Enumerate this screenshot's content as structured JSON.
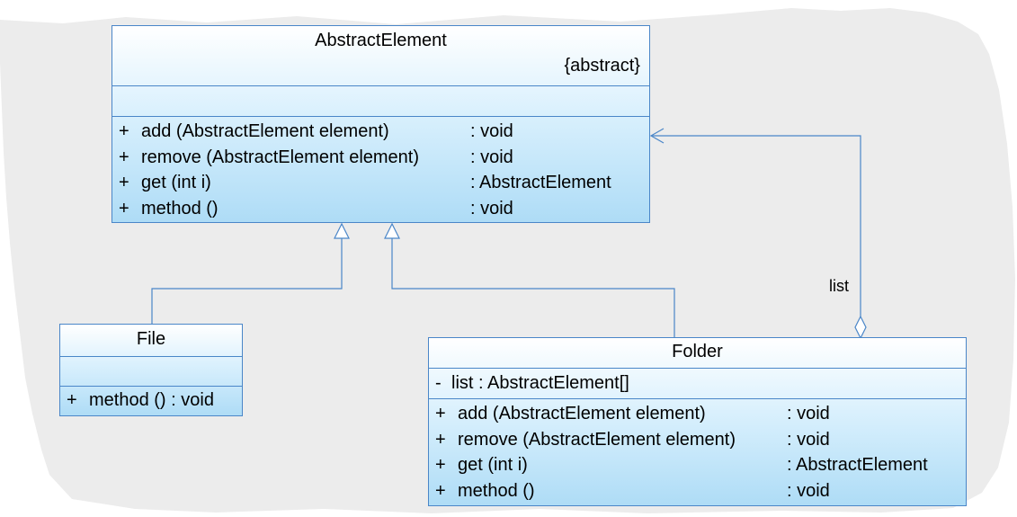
{
  "colors": {
    "background_paper": "#ececec",
    "line": "#4a86c8",
    "class_fill_top": "#ffffff",
    "class_fill_bottom": "#aedcf6"
  },
  "classes": {
    "abstract_element": {
      "name": "AbstractElement",
      "stereotype": "{abstract}",
      "attributes": [],
      "operations": [
        {
          "visibility": "+",
          "signature": "add (AbstractElement element)",
          "return": ": void"
        },
        {
          "visibility": "+",
          "signature": "remove (AbstractElement element)",
          "return": ": void"
        },
        {
          "visibility": "+",
          "signature": "get (int i)",
          "return": ": AbstractElement"
        },
        {
          "visibility": "+",
          "signature": "method ()",
          "return": ": void"
        }
      ]
    },
    "file": {
      "name": "File",
      "attributes": [],
      "operations": [
        {
          "visibility": "+",
          "signature": "method ()  : void"
        }
      ]
    },
    "folder": {
      "name": "Folder",
      "attributes": [
        {
          "visibility": "-",
          "signature": "list  : AbstractElement[]"
        }
      ],
      "operations": [
        {
          "visibility": "+",
          "signature": "add (AbstractElement element)",
          "return": ": void"
        },
        {
          "visibility": "+",
          "signature": "remove (AbstractElement element)",
          "return": ": void"
        },
        {
          "visibility": "+",
          "signature": "get (int i)",
          "return": ": AbstractElement"
        },
        {
          "visibility": "+",
          "signature": "method ()",
          "return": ": void"
        }
      ]
    }
  },
  "relations": {
    "aggregation_label": "list"
  }
}
